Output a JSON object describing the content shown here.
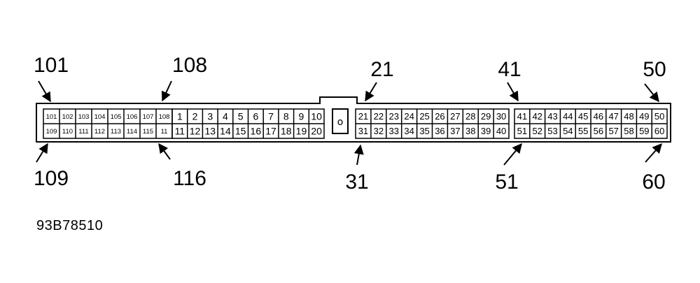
{
  "figure_code": "93B78510",
  "callouts": {
    "top": [
      "101",
      "108",
      "21",
      "41",
      "50"
    ],
    "bottom": [
      "109",
      "116",
      "31",
      "51",
      "60"
    ]
  },
  "connector": {
    "left_top_row": [
      "101",
      "102",
      "103",
      "104",
      "105",
      "106",
      "107",
      "108"
    ],
    "left_bottom_row": [
      "109",
      "110",
      "111",
      "112",
      "113",
      "114",
      "115",
      "11"
    ],
    "mid_top_row": [
      "1",
      "2",
      "3",
      "4",
      "5",
      "6",
      "7",
      "8",
      "9",
      "10"
    ],
    "mid_bottom_row": [
      "11",
      "12",
      "13",
      "14",
      "15",
      "16",
      "17",
      "18",
      "19",
      "20"
    ],
    "key_symbol": "o",
    "right_a_top_row": [
      "21",
      "22",
      "23",
      "24",
      "25",
      "26",
      "27",
      "28",
      "29",
      "30"
    ],
    "right_a_bottom_row": [
      "31",
      "32",
      "33",
      "34",
      "35",
      "36",
      "37",
      "38",
      "39",
      "40"
    ],
    "right_b_top_row": [
      "41",
      "42",
      "43",
      "44",
      "45",
      "46",
      "47",
      "48",
      "49",
      "50"
    ],
    "right_b_bottom_row": [
      "51",
      "52",
      "53",
      "54",
      "55",
      "56",
      "57",
      "58",
      "59",
      "60"
    ]
  }
}
